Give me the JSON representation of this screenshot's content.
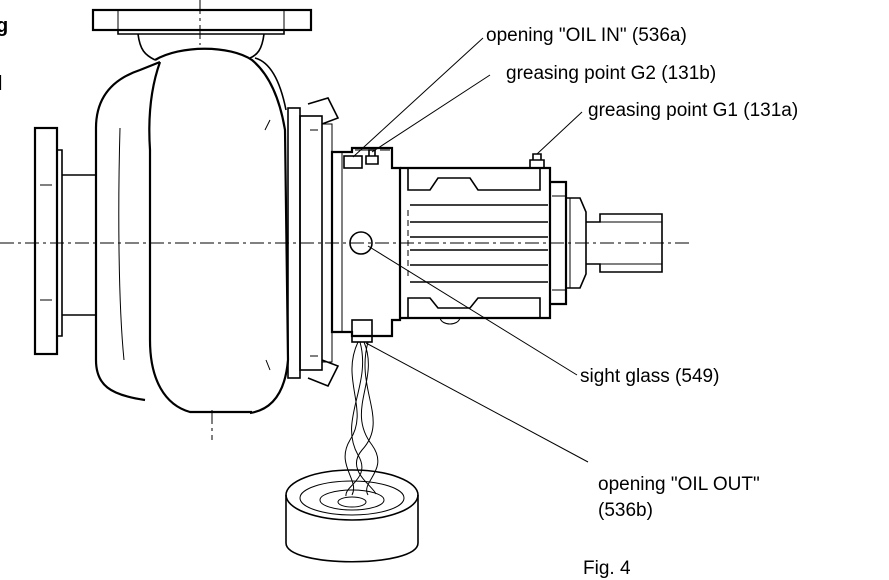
{
  "figure": {
    "caption": "Fig. 4"
  },
  "page_fragments": {
    "edge_char_1": "g",
    "edge_char_2": "l"
  },
  "callouts": [
    {
      "id": "oil-in",
      "line1": "opening \"OIL IN\" (536a)",
      "line2": ""
    },
    {
      "id": "g2",
      "line1": "greasing point G2 (131b)",
      "line2": ""
    },
    {
      "id": "g1",
      "line1": "greasing point G1 (131a)",
      "line2": ""
    },
    {
      "id": "sight",
      "line1": "sight glass (549)",
      "line2": ""
    },
    {
      "id": "oil-out",
      "line1": "opening \"OIL OUT\"",
      "line2": "(536b)"
    }
  ]
}
